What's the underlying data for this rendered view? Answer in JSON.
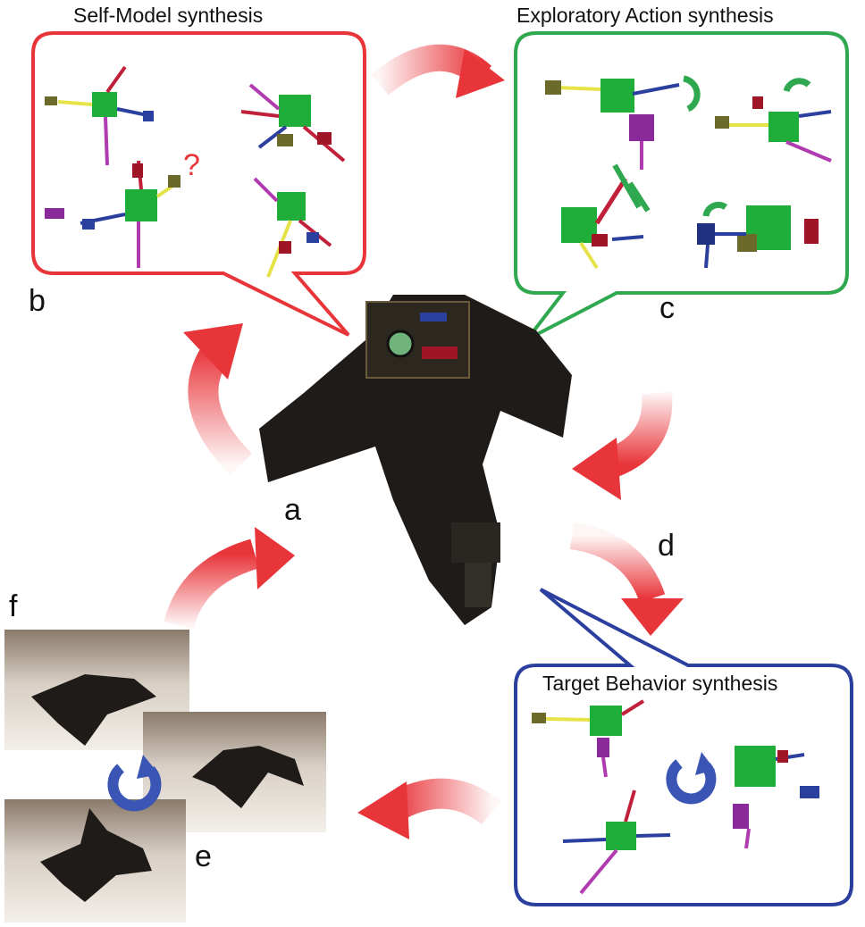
{
  "titles": {
    "self_model": "Self-Model synthesis",
    "exploratory": "Exploratory Action synthesis",
    "target": "Target Behavior synthesis"
  },
  "labels": {
    "a": "a",
    "b": "b",
    "c": "c",
    "d": "d",
    "e": "e",
    "f": "f"
  },
  "question_mark": "?",
  "colors": {
    "self_model_border": "#e8353a",
    "exploratory_border": "#2fa84f",
    "target_border": "#2b3f9e",
    "cycle_arrow": "#e8353a",
    "rotation_icon": "#3a55b4",
    "cube": "#1fae3a"
  }
}
